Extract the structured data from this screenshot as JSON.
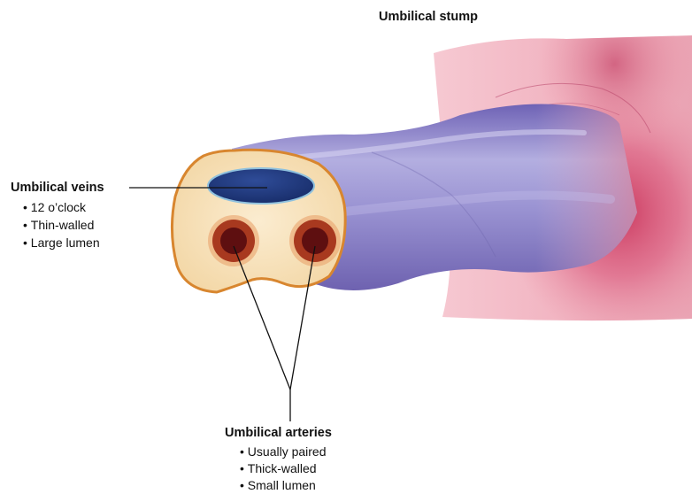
{
  "title": "Umbilical stump",
  "veins": {
    "label": "Umbilical veins",
    "points": [
      "12 o’clock",
      "Thin-walled",
      "Large lumen"
    ]
  },
  "arteries": {
    "label": "Umbilical arteries",
    "points": [
      "Usually paired",
      "Thick-walled",
      "Small lumen"
    ]
  },
  "colors": {
    "skin": "#e28a9e",
    "cord": "#8f86c9",
    "jelly": "#f6dfb4",
    "rim": "#d8862f",
    "vein": "#1f3b82",
    "artery_wall": "#a8391f",
    "artery_lumen": "#5e0f10"
  }
}
